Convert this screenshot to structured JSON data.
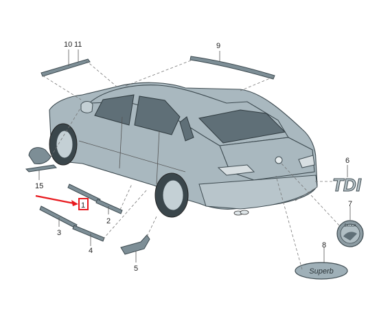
{
  "callouts": {
    "p1": "1",
    "p2": "2",
    "p3": "3",
    "p4": "4",
    "p5": "5",
    "p6": "6",
    "p7": "7",
    "p8": "8",
    "p9": "9",
    "p10": "10",
    "p11": "11",
    "p15": "15"
  },
  "badges": {
    "tdi": "TDI",
    "superb": "Superb",
    "skoda": "ŠKODA"
  },
  "colors": {
    "highlight": "#e8191e",
    "part": "#7d8e96",
    "body": "#a9b8bf"
  },
  "icons": {
    "pointer": "red-arrow-icon"
  }
}
